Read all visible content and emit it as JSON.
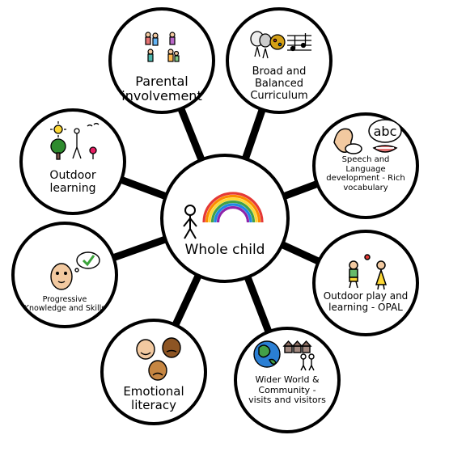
{
  "diagram": {
    "center": {
      "label": "Whole child"
    },
    "nodes": [
      {
        "id": "parental",
        "lines": [
          "Parental",
          "involvement"
        ]
      },
      {
        "id": "curriculum",
        "lines": [
          "Broad and",
          "Balanced",
          "Curriculum"
        ]
      },
      {
        "id": "speech",
        "lines": [
          "Speech and",
          "Language",
          "development - Rich",
          "vocabulary"
        ],
        "icon_text": "abc"
      },
      {
        "id": "opal",
        "lines": [
          "Outdoor play and",
          "learning - OPAL"
        ]
      },
      {
        "id": "wider-world",
        "lines": [
          "Wider World &",
          "Community -",
          "visits and visitors"
        ]
      },
      {
        "id": "emotional",
        "lines": [
          "Emotional",
          "literacy"
        ]
      },
      {
        "id": "progressive",
        "lines": [
          "Progressive",
          "Knowledge and Skills"
        ]
      },
      {
        "id": "outdoor-learning",
        "lines": [
          "Outdoor",
          "learning"
        ]
      }
    ]
  },
  "colors": {
    "outline": "#000000",
    "skin": "#f2c9a0",
    "tree_green": "#2e8b2e",
    "tick_green": "#3aa33a",
    "earth_blue": "#2a7fd4"
  }
}
